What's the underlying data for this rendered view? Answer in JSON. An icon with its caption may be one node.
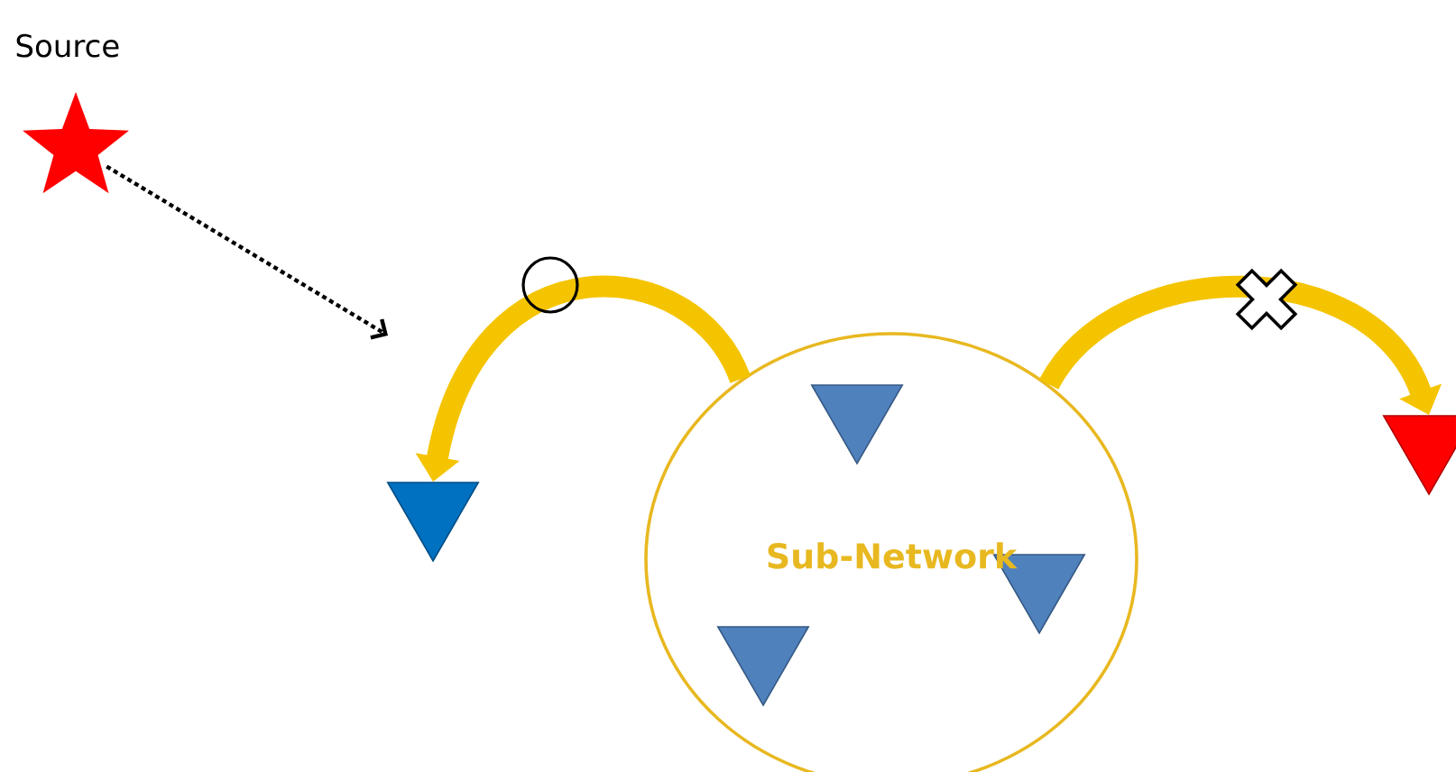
{
  "diagram": {
    "nodes": [
      {
        "text": [
          "Source"
        ]
      },
      {
        "text": [
          "Sub-Network"
        ]
      },
      {
        "text": [],
        "shape": "triangle",
        "in": 1
      },
      {
        "text": [],
        "shape": "triangle",
        "in": 1
      },
      {
        "text": [],
        "shape": "triangle",
        "in": 1
      },
      {
        "text": [],
        "shape": "triangle"
      },
      {
        "text": [],
        "shape": "triangle"
      }
    ],
    "edges": [
      {
        "from": 0,
        "to": null,
        "arrow": "to",
        "style": "dashed",
        "color": "#000000"
      },
      {
        "from": 1,
        "to": 5,
        "arrow": "to"
      },
      {
        "from": 1,
        "to": 6,
        "arrow": "to"
      }
    ]
  }
}
